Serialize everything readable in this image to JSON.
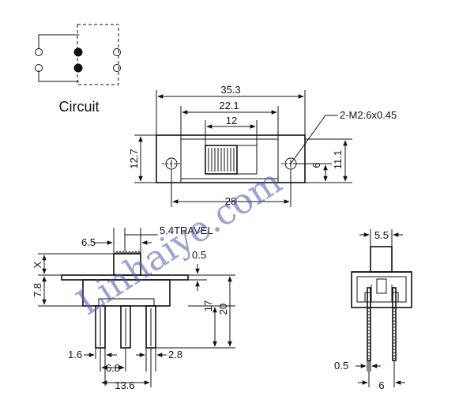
{
  "circuit": {
    "caption": "Circuit"
  },
  "top_view": {
    "overall_length": "35.3",
    "mount_spacing_inner": "22.1",
    "knob_width": "12",
    "hole_spec": "2-M2.6x0.45",
    "body_height": "12.7",
    "hole_spacing": "28",
    "hole_offset": "6",
    "body_width": "11.1"
  },
  "side_view": {
    "travel": "5.4TRAVEL",
    "knob_offset": "6.5",
    "plate_thickness": "0.5",
    "x_label": "X",
    "body_depth": "7.8",
    "pin_length": "17",
    "total_height": "20",
    "pin_width": "1.6",
    "pin_gap": "2.8",
    "pin_pitch": "6.8",
    "pin_span": "13.6"
  },
  "end_view": {
    "knob_width": "5.5",
    "pin_thickness": "0.5",
    "pin_spacing": "6"
  },
  "watermark": "Linhaiye.com"
}
